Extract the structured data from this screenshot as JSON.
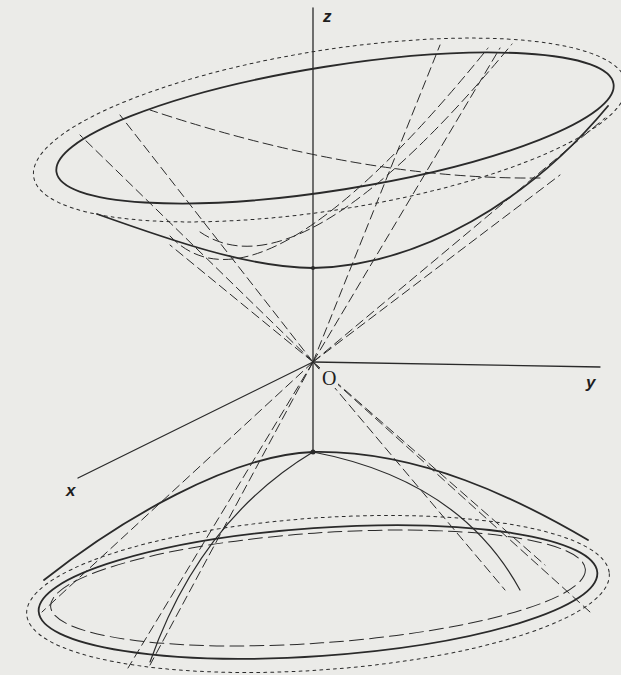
{
  "diagram": {
    "labels": [
      "z",
      "y",
      "x",
      "O"
    ]
  }
}
